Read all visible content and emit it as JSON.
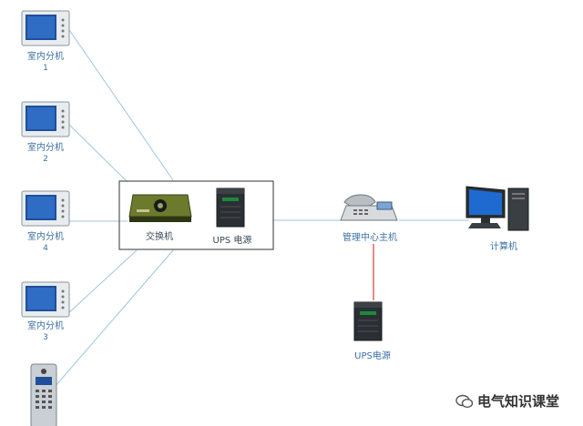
{
  "units": [
    {
      "name": "室内分机",
      "number": "1"
    },
    {
      "name": "室内分机",
      "number": "2"
    },
    {
      "name": "室内分机",
      "number": "4"
    },
    {
      "name": "室内分机",
      "number": "3"
    }
  ],
  "switch_label": "交换机",
  "ups_label_1": "UPS 电源",
  "management_label": "管理中心主机",
  "computer_label": "计算机",
  "ups_label_2": "UPS电源",
  "watermark": "电气知识课堂",
  "colors": {
    "link_line": "#9fc6de",
    "power_line": "#e0393e",
    "label_text": "#3d6fa3"
  }
}
